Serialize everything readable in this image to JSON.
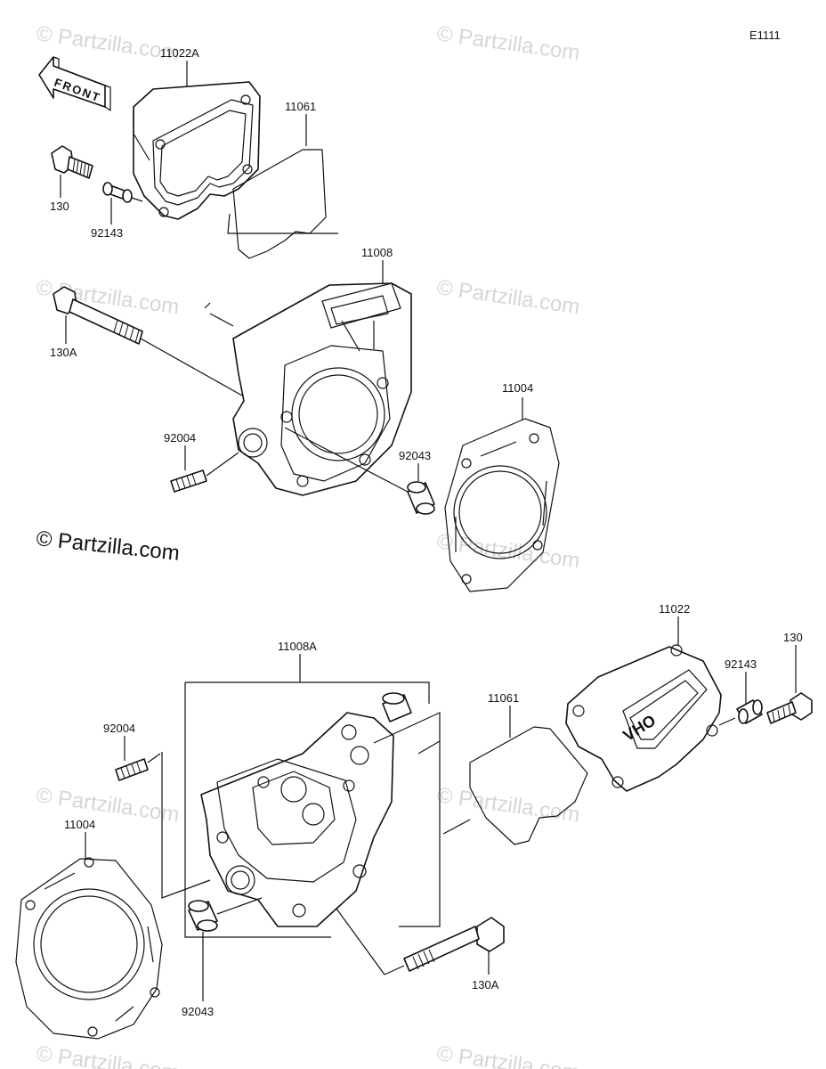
{
  "diagram_code": "E1111",
  "copyright": "© Partzilla.com",
  "watermark": "© Partzilla.com",
  "front_label": "FRONT",
  "valve_cover_logo": "OHV",
  "labels": {
    "top_cover": "11022A",
    "top_cover_gasket": "11061",
    "top_bolt": "130",
    "top_dowel": "92143",
    "top_head": "11008",
    "top_long_bolt": "130A",
    "top_stud": "92004",
    "top_head_dowel": "92043",
    "top_head_gasket": "11004",
    "bottom_cover": "11022",
    "bottom_bolt": "130",
    "bottom_dowel": "92143",
    "bottom_cover_gasket": "11061",
    "bottom_head": "11008A",
    "bottom_stud": "92004",
    "bottom_head_gasket": "11004",
    "bottom_head_dowel": "92043",
    "bottom_long_bolt": "130A"
  }
}
